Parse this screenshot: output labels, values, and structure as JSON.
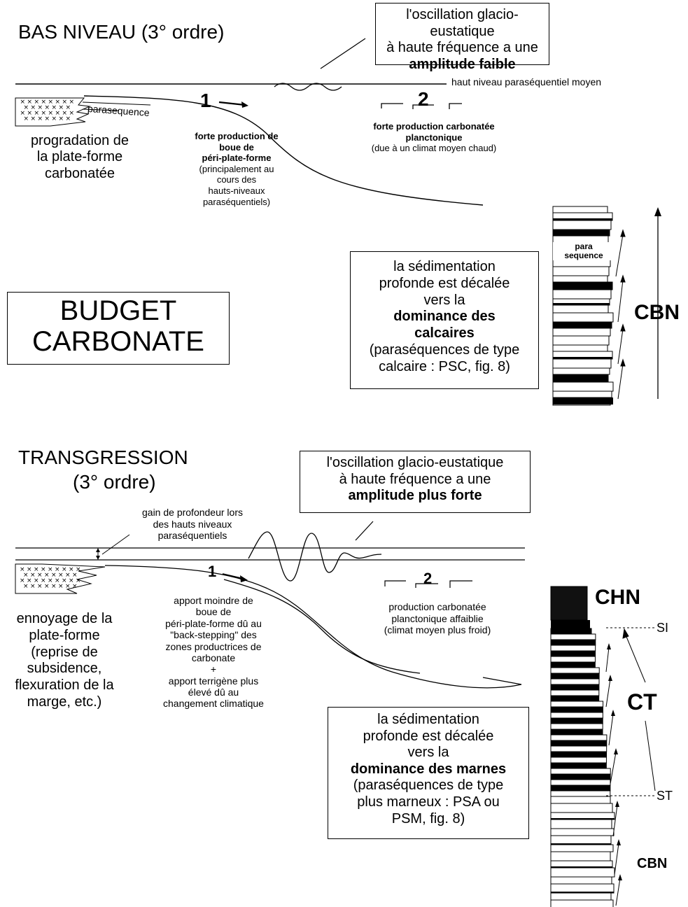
{
  "top": {
    "title": "BAS NIVEAU (3° ordre)",
    "osc_box": {
      "line1": "l'oscillation glacio-eustatique",
      "line2": "à haute fréquence a une",
      "line3_bold": "amplitude faible"
    },
    "sea_level_label": "haut niveau paraséquentiel moyen",
    "parasequence_label": "parasequence",
    "zone1_number": "1",
    "zone2_number": "2",
    "platform_text": [
      "progradation de",
      "la plate-forme",
      "carbonatée"
    ],
    "production1_bold": [
      "forte production de",
      "boue de",
      "péri-plate-forme"
    ],
    "production1_normal": [
      "(principalement au",
      "cours des",
      "hauts-niveaux",
      "paraséquentiels)"
    ],
    "production2_bold": [
      "forte production carbonatée",
      "planctonique"
    ],
    "production2_normal": "(due à un climat moyen chaud)",
    "budget_box": [
      "BUDGET",
      "CARBONATE"
    ],
    "deep_box": {
      "line1": "la sédimentation",
      "line2": "profonde est décalée",
      "line3": "vers la",
      "line4_bold": "dominance des",
      "line5_bold": "calcaires",
      "line6": "(paraséquences de type",
      "line7": "calcaire : PSC, fig. 8)"
    },
    "column_para_label": [
      "para",
      "sequence"
    ],
    "column_label": "CBN"
  },
  "bottom": {
    "title_line1": "TRANSGRESSION",
    "title_line2": "(3° ordre)",
    "osc_box": {
      "line1": "l'oscillation glacio-eustatique",
      "line2": "à haute fréquence a une",
      "line3_bold": "amplitude plus forte"
    },
    "depth_gain_label": [
      "gain de profondeur lors",
      "des hauts niveaux",
      "paraséquentiels"
    ],
    "zone1_number": "1",
    "zone2_number": "2",
    "platform_text": [
      "ennoyage de la",
      "plate-forme",
      "(reprise de",
      "subsidence,",
      "flexuration de la",
      "marge, etc.)"
    ],
    "input_text": [
      "apport moindre de",
      "boue de",
      "péri-plate-forme dû au",
      "\"back-stepping\" des",
      "zones productrices de",
      "carbonate",
      "+",
      "apport terrigène plus",
      "élevé dû au",
      "changement climatique"
    ],
    "production2_text": [
      "production carbonatée",
      "planctonique affaiblie",
      "(climat moyen plus froid)"
    ],
    "deep_box": {
      "line1": "la sédimentation",
      "line2": "profonde est décalée",
      "line3": "vers la",
      "line4_bold": "dominance des marnes",
      "line5": "(paraséquences de type",
      "line6": "plus marneux : PSA ou",
      "line7": "PSM, fig. 8)"
    },
    "label_chn": "CHN",
    "label_ct": "CT",
    "label_si": "SI",
    "label_st": "ST",
    "label_cbn": "CBN"
  }
}
